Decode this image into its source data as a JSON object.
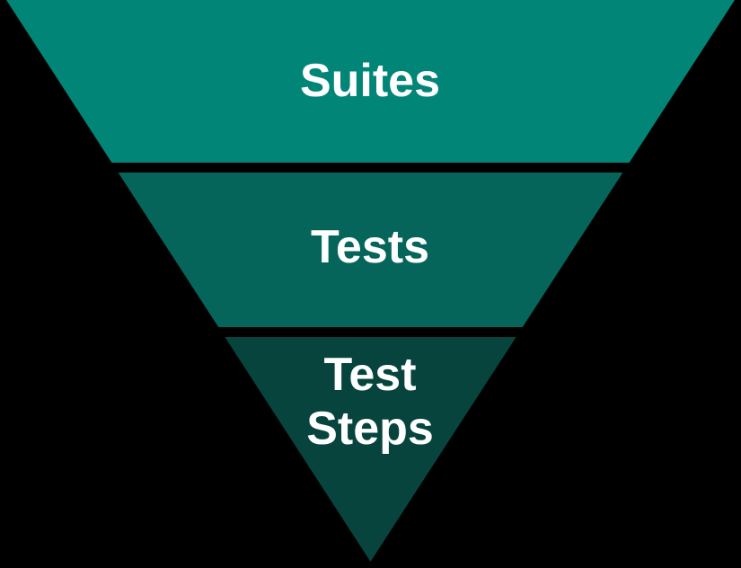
{
  "diagram": {
    "type": "inverted-pyramid-funnel",
    "background_color": "#000000",
    "text_color": "#ffffff",
    "levels": [
      {
        "label": "Suites",
        "color": "#008577"
      },
      {
        "label": "Tests",
        "color": "#05655A"
      },
      {
        "label": "Test Steps",
        "color": "#06443D"
      }
    ]
  }
}
